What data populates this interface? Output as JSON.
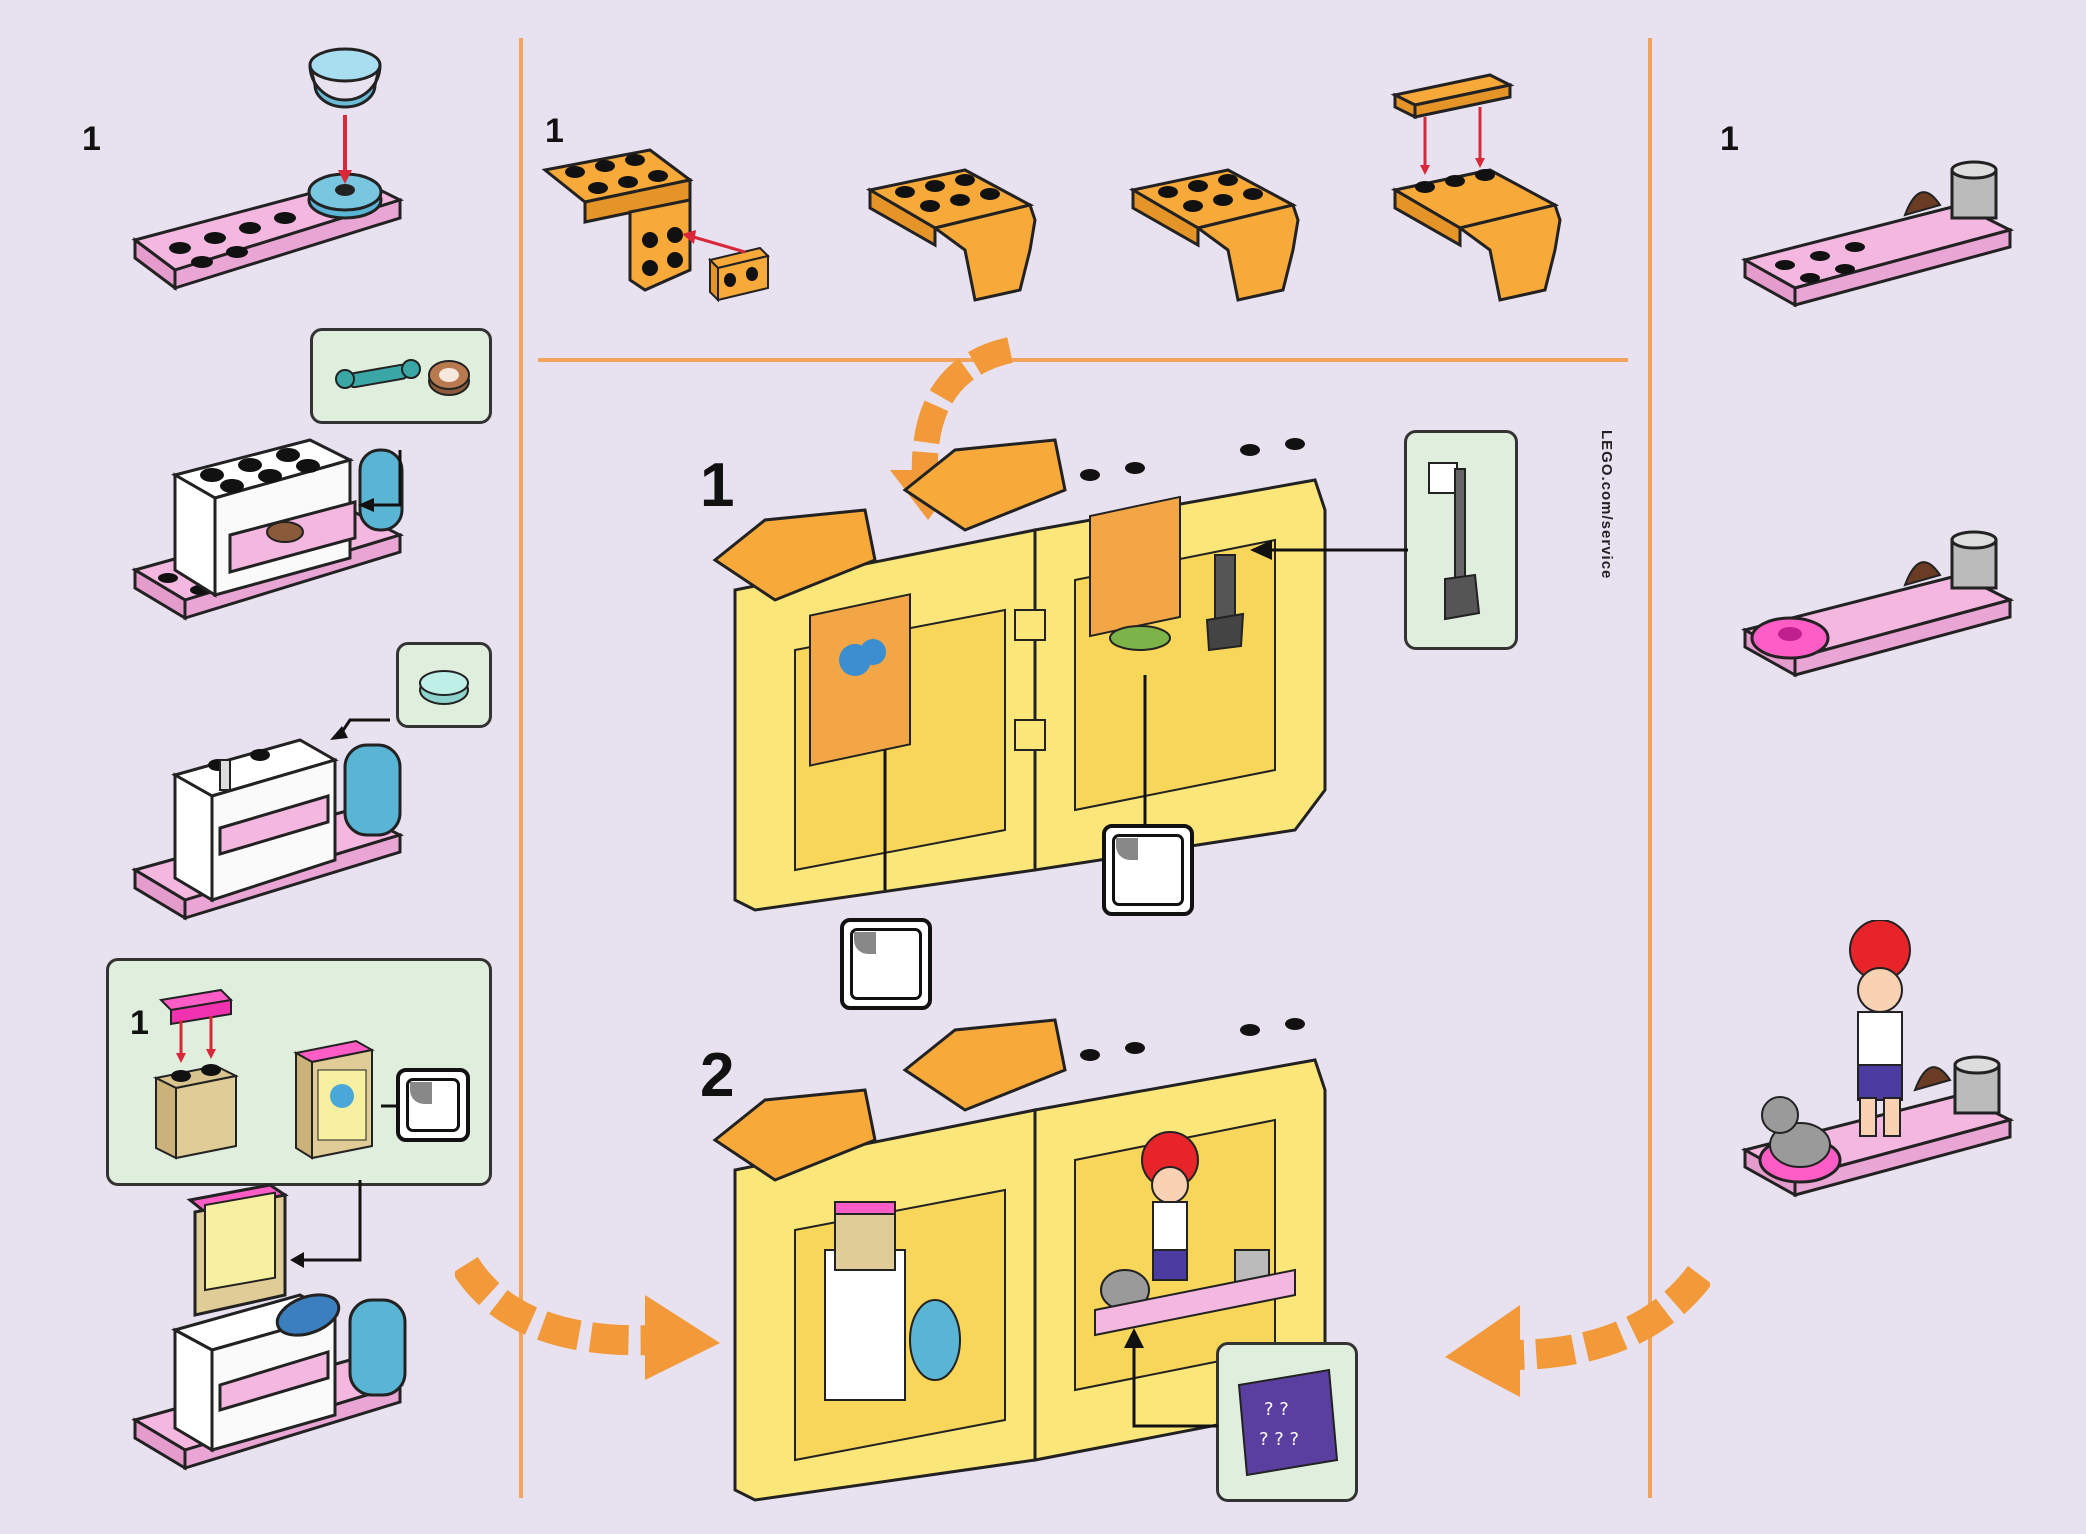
{
  "step_labels": {
    "left_panel_step": "1",
    "top_panel_step": "1",
    "right_panel_step": "1",
    "sub_step_callout": "1",
    "main_step_1": "1",
    "main_step_2": "2"
  },
  "side_text": "LEGO.com/service",
  "colors": {
    "background": "#e8e2f0",
    "divider": "#f2a35c",
    "arrow_orange": "#f29a3a",
    "brick_pink": "#f4b8e0",
    "brick_orange": "#f7a93a",
    "pod_yellow": "#fbe779",
    "callout_green": "#dfeedd",
    "pointer_red": "#d9283a"
  },
  "icons": [
    "sticker-icon",
    "shovel-icon",
    "bone-icon",
    "cookie-icon",
    "bowl-icon",
    "pillow-icon",
    "minidoll-icon",
    "puppy-icon",
    "bucket-icon"
  ]
}
